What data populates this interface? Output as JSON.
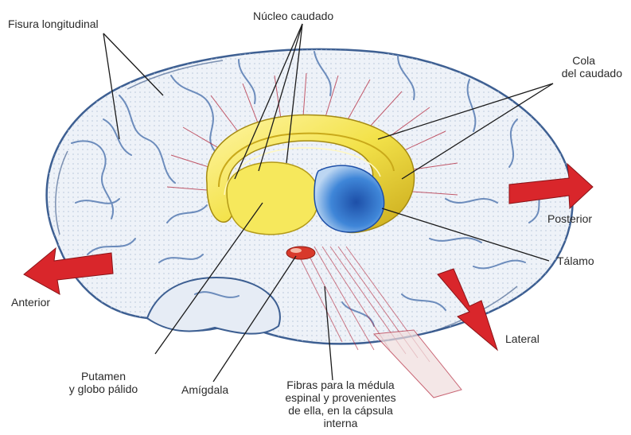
{
  "labels": {
    "fisura_longitudinal": "Fisura longitudinal",
    "nucleo_caudado": "Núcleo caudado",
    "cola_line1": "Cola",
    "cola_line2": "del caudado",
    "posterior": "Posterior",
    "anterior": "Anterior",
    "talamo": "Tálamo",
    "lateral": "Lateral",
    "putamen_line1": "Putamen",
    "putamen_line2": "y globo pálido",
    "amigdala": "Amígdala",
    "fibras_line1": "Fibras para la médula",
    "fibras_line2": "espinal y provenientes",
    "fibras_line3": "de ella, en la cápsula",
    "fibras_line4": "interna"
  },
  "colors": {
    "brain_fill": "#e9eef6",
    "brain_outline": "#4a6a9a",
    "gyri_shadow": "#8aa6cc",
    "caudate_yellow": "#f3e24a",
    "caudate_outline": "#b8a217",
    "thalamus_blue": "#2f6fc8",
    "amygdala_red": "#d8392b",
    "fiber_red": "#b2253a",
    "arrow_red": "#d9262b",
    "leader_line": "#1a1a1a"
  }
}
